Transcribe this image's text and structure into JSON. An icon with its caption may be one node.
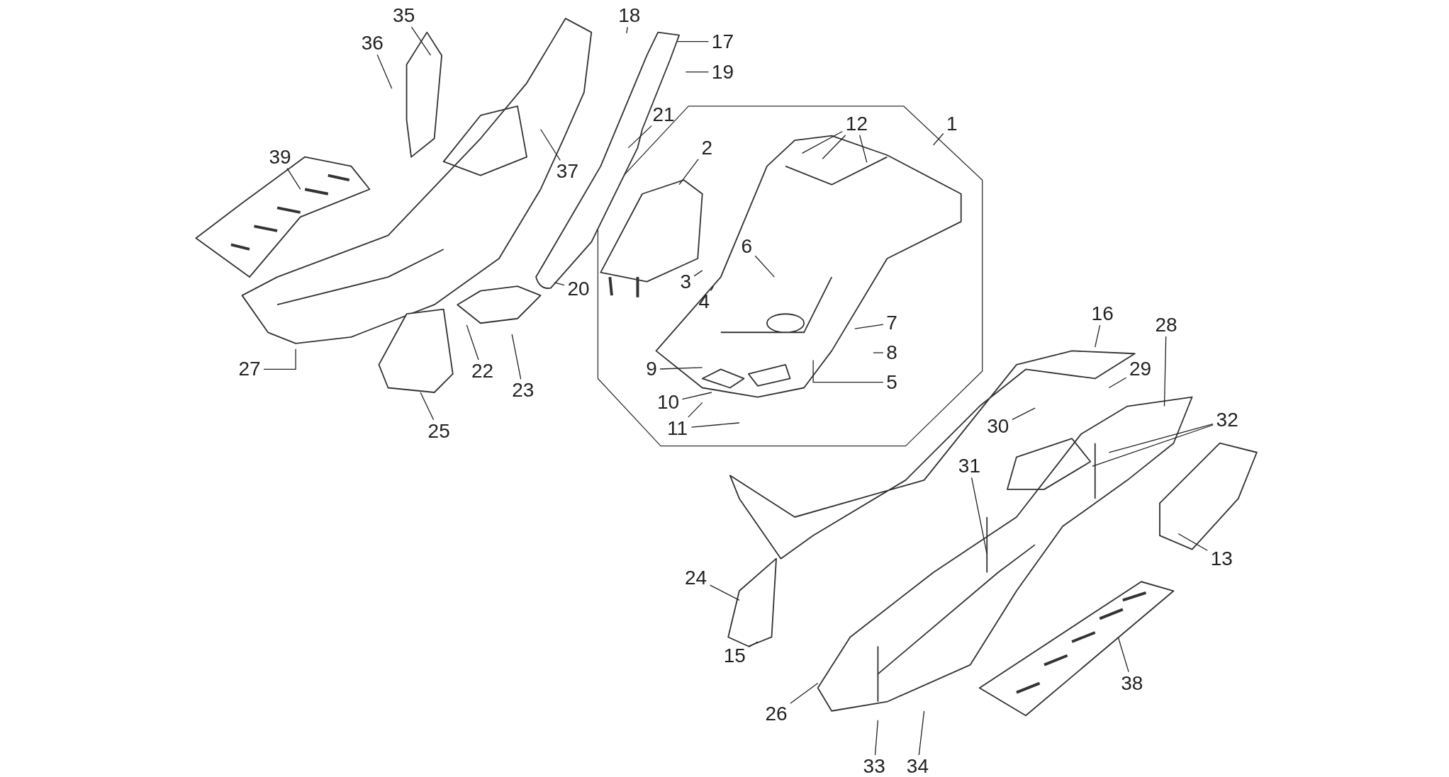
{
  "diagram": {
    "nodes": [
      {
        "text": [
          "35"
        ]
      },
      {
        "text": [
          "18"
        ]
      },
      {
        "text": [
          "17"
        ]
      },
      {
        "text": [
          "36"
        ]
      },
      {
        "text": [
          "19"
        ]
      },
      {
        "text": [
          "21"
        ]
      },
      {
        "text": [
          "12"
        ]
      },
      {
        "text": [
          "1"
        ]
      },
      {
        "text": [
          "2"
        ]
      },
      {
        "text": [
          "39"
        ]
      },
      {
        "text": [
          "37"
        ]
      },
      {
        "text": [
          "6"
        ]
      },
      {
        "text": [
          "3"
        ]
      },
      {
        "text": [
          "20"
        ]
      },
      {
        "text": [
          "4"
        ]
      },
      {
        "text": [
          "16"
        ]
      },
      {
        "text": [
          "7"
        ]
      },
      {
        "text": [
          "28"
        ]
      },
      {
        "text": [
          "8"
        ]
      },
      {
        "text": [
          "9"
        ]
      },
      {
        "text": [
          "22"
        ]
      },
      {
        "text": [
          "29"
        ]
      },
      {
        "text": [
          "5"
        ]
      },
      {
        "text": [
          "10"
        ]
      },
      {
        "text": [
          "23"
        ]
      },
      {
        "text": [
          "30"
        ]
      },
      {
        "text": [
          "32"
        ]
      },
      {
        "text": [
          "11"
        ]
      },
      {
        "text": [
          "25"
        ]
      },
      {
        "text": [
          "27"
        ]
      },
      {
        "text": [
          "31"
        ]
      },
      {
        "text": [
          "13"
        ]
      },
      {
        "text": [
          "24"
        ]
      },
      {
        "text": [
          "15"
        ]
      },
      {
        "text": [
          "38"
        ]
      },
      {
        "text": [
          "26"
        ]
      },
      {
        "text": [
          "33"
        ]
      },
      {
        "text": [
          "34"
        ]
      }
    ],
    "edges": [
      {
        "from": 0,
        "to": null,
        "arrow": "none"
      },
      {
        "from": 1,
        "to": null,
        "arrow": "none"
      },
      {
        "from": 2,
        "to": null,
        "arrow": "none"
      },
      {
        "from": 3,
        "to": null,
        "arrow": "none"
      },
      {
        "from": 4,
        "to": null,
        "arrow": "none"
      },
      {
        "from": 5,
        "to": null,
        "arrow": "none"
      },
      {
        "from": 6,
        "to": null,
        "arrow": "none"
      },
      {
        "from": 6,
        "to": null,
        "arrow": "none"
      },
      {
        "from": 6,
        "to": null,
        "arrow": "none"
      },
      {
        "from": 7,
        "to": null,
        "arrow": "none"
      },
      {
        "from": 8,
        "to": null,
        "arrow": "none"
      },
      {
        "from": 9,
        "to": null,
        "arrow": "none"
      },
      {
        "from": 10,
        "to": null,
        "arrow": "none"
      },
      {
        "from": 11,
        "to": null,
        "arrow": "none"
      },
      {
        "from": 12,
        "to": null,
        "arrow": "none"
      },
      {
        "from": 13,
        "to": null,
        "arrow": "none"
      },
      {
        "from": 14,
        "to": null,
        "arrow": "none"
      },
      {
        "from": 15,
        "to": null,
        "arrow": "none"
      },
      {
        "from": 16,
        "to": null,
        "arrow": "none"
      },
      {
        "from": 17,
        "to": null,
        "arrow": "none"
      },
      {
        "from": 18,
        "to": null,
        "arrow": "none"
      },
      {
        "from": 19,
        "to": null,
        "arrow": "none"
      },
      {
        "from": 20,
        "to": null,
        "arrow": "none"
      },
      {
        "from": 21,
        "to": null,
        "arrow": "none"
      },
      {
        "from": 22,
        "to": null,
        "arrow": "none"
      },
      {
        "from": 23,
        "to": null,
        "arrow": "none"
      },
      {
        "from": 24,
        "to": null,
        "arrow": "none"
      },
      {
        "from": 25,
        "to": null,
        "arrow": "none"
      },
      {
        "from": 26,
        "to": null,
        "arrow": "none"
      },
      {
        "from": 26,
        "to": null,
        "arrow": "none"
      },
      {
        "from": 27,
        "to": null,
        "arrow": "none"
      },
      {
        "from": 27,
        "to": null,
        "arrow": "none"
      },
      {
        "from": 28,
        "to": null,
        "arrow": "none"
      },
      {
        "from": 29,
        "to": null,
        "arrow": "none"
      },
      {
        "from": 30,
        "to": null,
        "arrow": "none"
      },
      {
        "from": 31,
        "to": null,
        "arrow": "none"
      },
      {
        "from": 32,
        "to": null,
        "arrow": "none"
      },
      {
        "from": 33,
        "to": null,
        "arrow": "none"
      },
      {
        "from": 34,
        "to": null,
        "arrow": "none"
      },
      {
        "from": 35,
        "to": null,
        "arrow": "none"
      },
      {
        "from": 36,
        "to": null,
        "arrow": "none"
      },
      {
        "from": 37,
        "to": null,
        "arrow": "none"
      }
    ]
  }
}
